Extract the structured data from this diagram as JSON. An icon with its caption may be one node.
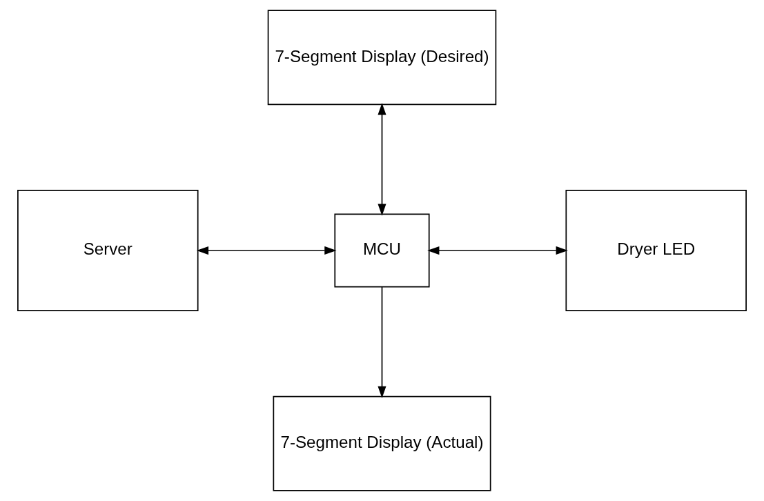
{
  "diagram": {
    "nodes": [
      {
        "text": [
          "7-Segment Display (Desired)"
        ]
      },
      {
        "text": [
          "Server"
        ]
      },
      {
        "text": [
          "MCU"
        ]
      },
      {
        "text": [
          "Dryer LED"
        ]
      },
      {
        "text": [
          "7-Segment Display (Actual)"
        ]
      }
    ],
    "edges": [
      {
        "from": 0,
        "to": 2,
        "arrow": "both"
      },
      {
        "from": 1,
        "to": 2,
        "arrow": "both"
      },
      {
        "from": 2,
        "to": 3,
        "arrow": "both"
      },
      {
        "from": 2,
        "to": 4,
        "arrow": "to"
      }
    ]
  }
}
